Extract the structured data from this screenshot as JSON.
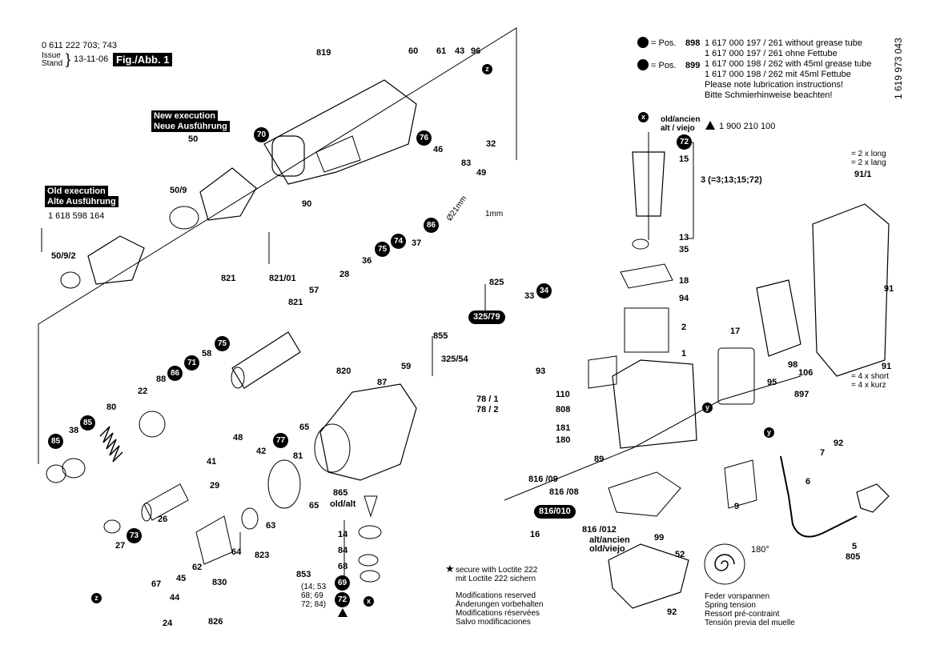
{
  "header": {
    "part_numbers": "0 611 222 703; 743",
    "issue": "Issue",
    "stand": "Stand",
    "date": "13-11-06",
    "figure": "Fig./Abb. 1"
  },
  "legend": {
    "pos898": "= Pos.",
    "pos898_num": "898",
    "pos899": "= Pos.",
    "pos899_num": "899",
    "lines": [
      "1 617 000 197 / 261  without grease tube",
      "1 617 000 197 / 261  ohne Fettube",
      "1 617 000 198 / 262  with 45ml grease tube",
      "1 617 000 198 / 262  mit 45ml Fettube",
      "Please note lubrication instructions!",
      "Bitte Schmierhinweise beachten!"
    ],
    "doc_number": "1 619 973 043"
  },
  "execution": {
    "new_en": "New execution",
    "new_de": "Neue Ausführung",
    "old_en": "Old execution",
    "old_de": "Alte Ausführung",
    "old_part": "1 618 598 164"
  },
  "old_new": {
    "line1": "old/ancien",
    "line2": "alt / viejo",
    "part": "1 900 210 100"
  },
  "group3": "3 (=3;13;15;72)",
  "screws": {
    "long_en": "= 2 x long",
    "long_de": "= 2 x lang",
    "short_en": "= 4 x short",
    "short_de": "= 4 x kurz"
  },
  "notes": {
    "loctite_en": "secure with Loctite 222",
    "loctite_de": "mit Loctite 222 sichern",
    "mods": [
      "Modifications reserved",
      "Änderungen vorbehalten",
      "Modifications réservées",
      "Salvo modificaciones"
    ],
    "spring": [
      "Feder vorspannen",
      "Spring tension",
      "Ressort pré-contraint",
      "Tensión previa del muelle"
    ],
    "angle": "180°",
    "pos853": "(14; 53\n68; 69\n72; 84)"
  },
  "dims": {
    "dia": "Ø21mm",
    "len": "1mm"
  },
  "labels": [
    {
      "id": "819",
      "t": "819"
    },
    {
      "id": "60",
      "t": "60"
    },
    {
      "id": "61",
      "t": "61"
    },
    {
      "id": "43",
      "t": "43"
    },
    {
      "id": "96",
      "t": "96"
    },
    {
      "id": "50",
      "t": "50"
    },
    {
      "id": "50_9",
      "t": "50/9"
    },
    {
      "id": "90",
      "t": "90"
    },
    {
      "id": "46",
      "t": "46"
    },
    {
      "id": "32",
      "t": "32"
    },
    {
      "id": "83",
      "t": "83"
    },
    {
      "id": "49",
      "t": "49"
    },
    {
      "id": "50_9_2",
      "t": "50/9/2"
    },
    {
      "id": "37",
      "t": "37"
    },
    {
      "id": "36",
      "t": "36"
    },
    {
      "id": "28",
      "t": "28"
    },
    {
      "id": "821_01",
      "t": "821/01"
    },
    {
      "id": "821a",
      "t": "821"
    },
    {
      "id": "821b",
      "t": "821"
    },
    {
      "id": "57",
      "t": "57"
    },
    {
      "id": "825",
      "t": "825"
    },
    {
      "id": "33",
      "t": "33"
    },
    {
      "id": "855",
      "t": "855"
    },
    {
      "id": "325_54",
      "t": "325/54"
    },
    {
      "id": "93",
      "t": "93"
    },
    {
      "id": "78_1",
      "t": "78 / 1"
    },
    {
      "id": "78_2",
      "t": "78 / 2"
    },
    {
      "id": "58",
      "t": "58"
    },
    {
      "id": "88",
      "t": "88"
    },
    {
      "id": "22",
      "t": "22"
    },
    {
      "id": "80",
      "t": "80"
    },
    {
      "id": "38",
      "t": "38"
    },
    {
      "id": "820",
      "t": "820"
    },
    {
      "id": "87",
      "t": "87"
    },
    {
      "id": "59",
      "t": "59"
    },
    {
      "id": "65a",
      "t": "65"
    },
    {
      "id": "48",
      "t": "48"
    },
    {
      "id": "42",
      "t": "42"
    },
    {
      "id": "81",
      "t": "81"
    },
    {
      "id": "41",
      "t": "41"
    },
    {
      "id": "29",
      "t": "29"
    },
    {
      "id": "865",
      "t": "865"
    },
    {
      "id": "old_alt",
      "t": "old/alt"
    },
    {
      "id": "65b",
      "t": "65"
    },
    {
      "id": "26",
      "t": "26"
    },
    {
      "id": "63",
      "t": "63"
    },
    {
      "id": "27",
      "t": "27"
    },
    {
      "id": "64",
      "t": "64"
    },
    {
      "id": "823",
      "t": "823"
    },
    {
      "id": "62",
      "t": "62"
    },
    {
      "id": "830",
      "t": "830"
    },
    {
      "id": "45",
      "t": "45"
    },
    {
      "id": "67",
      "t": "67"
    },
    {
      "id": "44",
      "t": "44"
    },
    {
      "id": "24",
      "t": "24"
    },
    {
      "id": "826",
      "t": "826"
    },
    {
      "id": "14",
      "t": "14"
    },
    {
      "id": "84",
      "t": "84"
    },
    {
      "id": "68",
      "t": "68"
    },
    {
      "id": "853",
      "t": "853"
    },
    {
      "id": "15",
      "t": "15"
    },
    {
      "id": "13",
      "t": "13"
    },
    {
      "id": "35",
      "t": "35"
    },
    {
      "id": "18",
      "t": "18"
    },
    {
      "id": "94",
      "t": "94"
    },
    {
      "id": "2",
      "t": "2"
    },
    {
      "id": "1",
      "t": "1"
    },
    {
      "id": "110",
      "t": "110"
    },
    {
      "id": "808",
      "t": "808"
    },
    {
      "id": "181",
      "t": "181"
    },
    {
      "id": "180",
      "t": "180"
    },
    {
      "id": "89",
      "t": "89"
    },
    {
      "id": "816_09",
      "t": "816 /09"
    },
    {
      "id": "816_08",
      "t": "816 /08"
    },
    {
      "id": "16",
      "t": "16"
    },
    {
      "id": "816_012",
      "t": "816 /012"
    },
    {
      "id": "altancien",
      "t": "alt/ancien"
    },
    {
      "id": "oldviejo",
      "t": "old/viejo"
    },
    {
      "id": "99",
      "t": "99"
    },
    {
      "id": "52",
      "t": "52"
    },
    {
      "id": "92a",
      "t": "92"
    },
    {
      "id": "17",
      "t": "17"
    },
    {
      "id": "95",
      "t": "95"
    },
    {
      "id": "98",
      "t": "98"
    },
    {
      "id": "106",
      "t": "106"
    },
    {
      "id": "897",
      "t": "897"
    },
    {
      "id": "9",
      "t": "9"
    },
    {
      "id": "7",
      "t": "7"
    },
    {
      "id": "92b",
      "t": "92"
    },
    {
      "id": "6",
      "t": "6"
    },
    {
      "id": "5",
      "t": "5"
    },
    {
      "id": "805",
      "t": "805"
    },
    {
      "id": "91_1",
      "t": "91/1"
    },
    {
      "id": "91a",
      "t": "91"
    },
    {
      "id": "91b",
      "t": "91"
    }
  ],
  "badges": [
    {
      "id": "70",
      "t": "70"
    },
    {
      "id": "76",
      "t": "76"
    },
    {
      "id": "86a",
      "t": "86"
    },
    {
      "id": "74",
      "t": "74"
    },
    {
      "id": "75a",
      "t": "75"
    },
    {
      "id": "34",
      "t": "34"
    },
    {
      "id": "75b",
      "t": "75"
    },
    {
      "id": "71",
      "t": "71"
    },
    {
      "id": "86b",
      "t": "86"
    },
    {
      "id": "85a",
      "t": "85"
    },
    {
      "id": "85b",
      "t": "85"
    },
    {
      "id": "77",
      "t": "77"
    },
    {
      "id": "73",
      "t": "73"
    },
    {
      "id": "69",
      "t": "69"
    },
    {
      "id": "72a",
      "t": "72"
    },
    {
      "id": "72b",
      "t": "72"
    }
  ],
  "small_badges": [
    {
      "id": "z1",
      "t": "z"
    },
    {
      "id": "z2",
      "t": "z"
    },
    {
      "id": "x1",
      "t": "x"
    },
    {
      "id": "x2",
      "t": "x"
    },
    {
      "id": "y1",
      "t": "y"
    },
    {
      "id": "y2",
      "t": "y"
    }
  ],
  "pills": [
    {
      "id": "325_79",
      "t": "325/79"
    },
    {
      "id": "816_010",
      "t": "816/010"
    }
  ]
}
